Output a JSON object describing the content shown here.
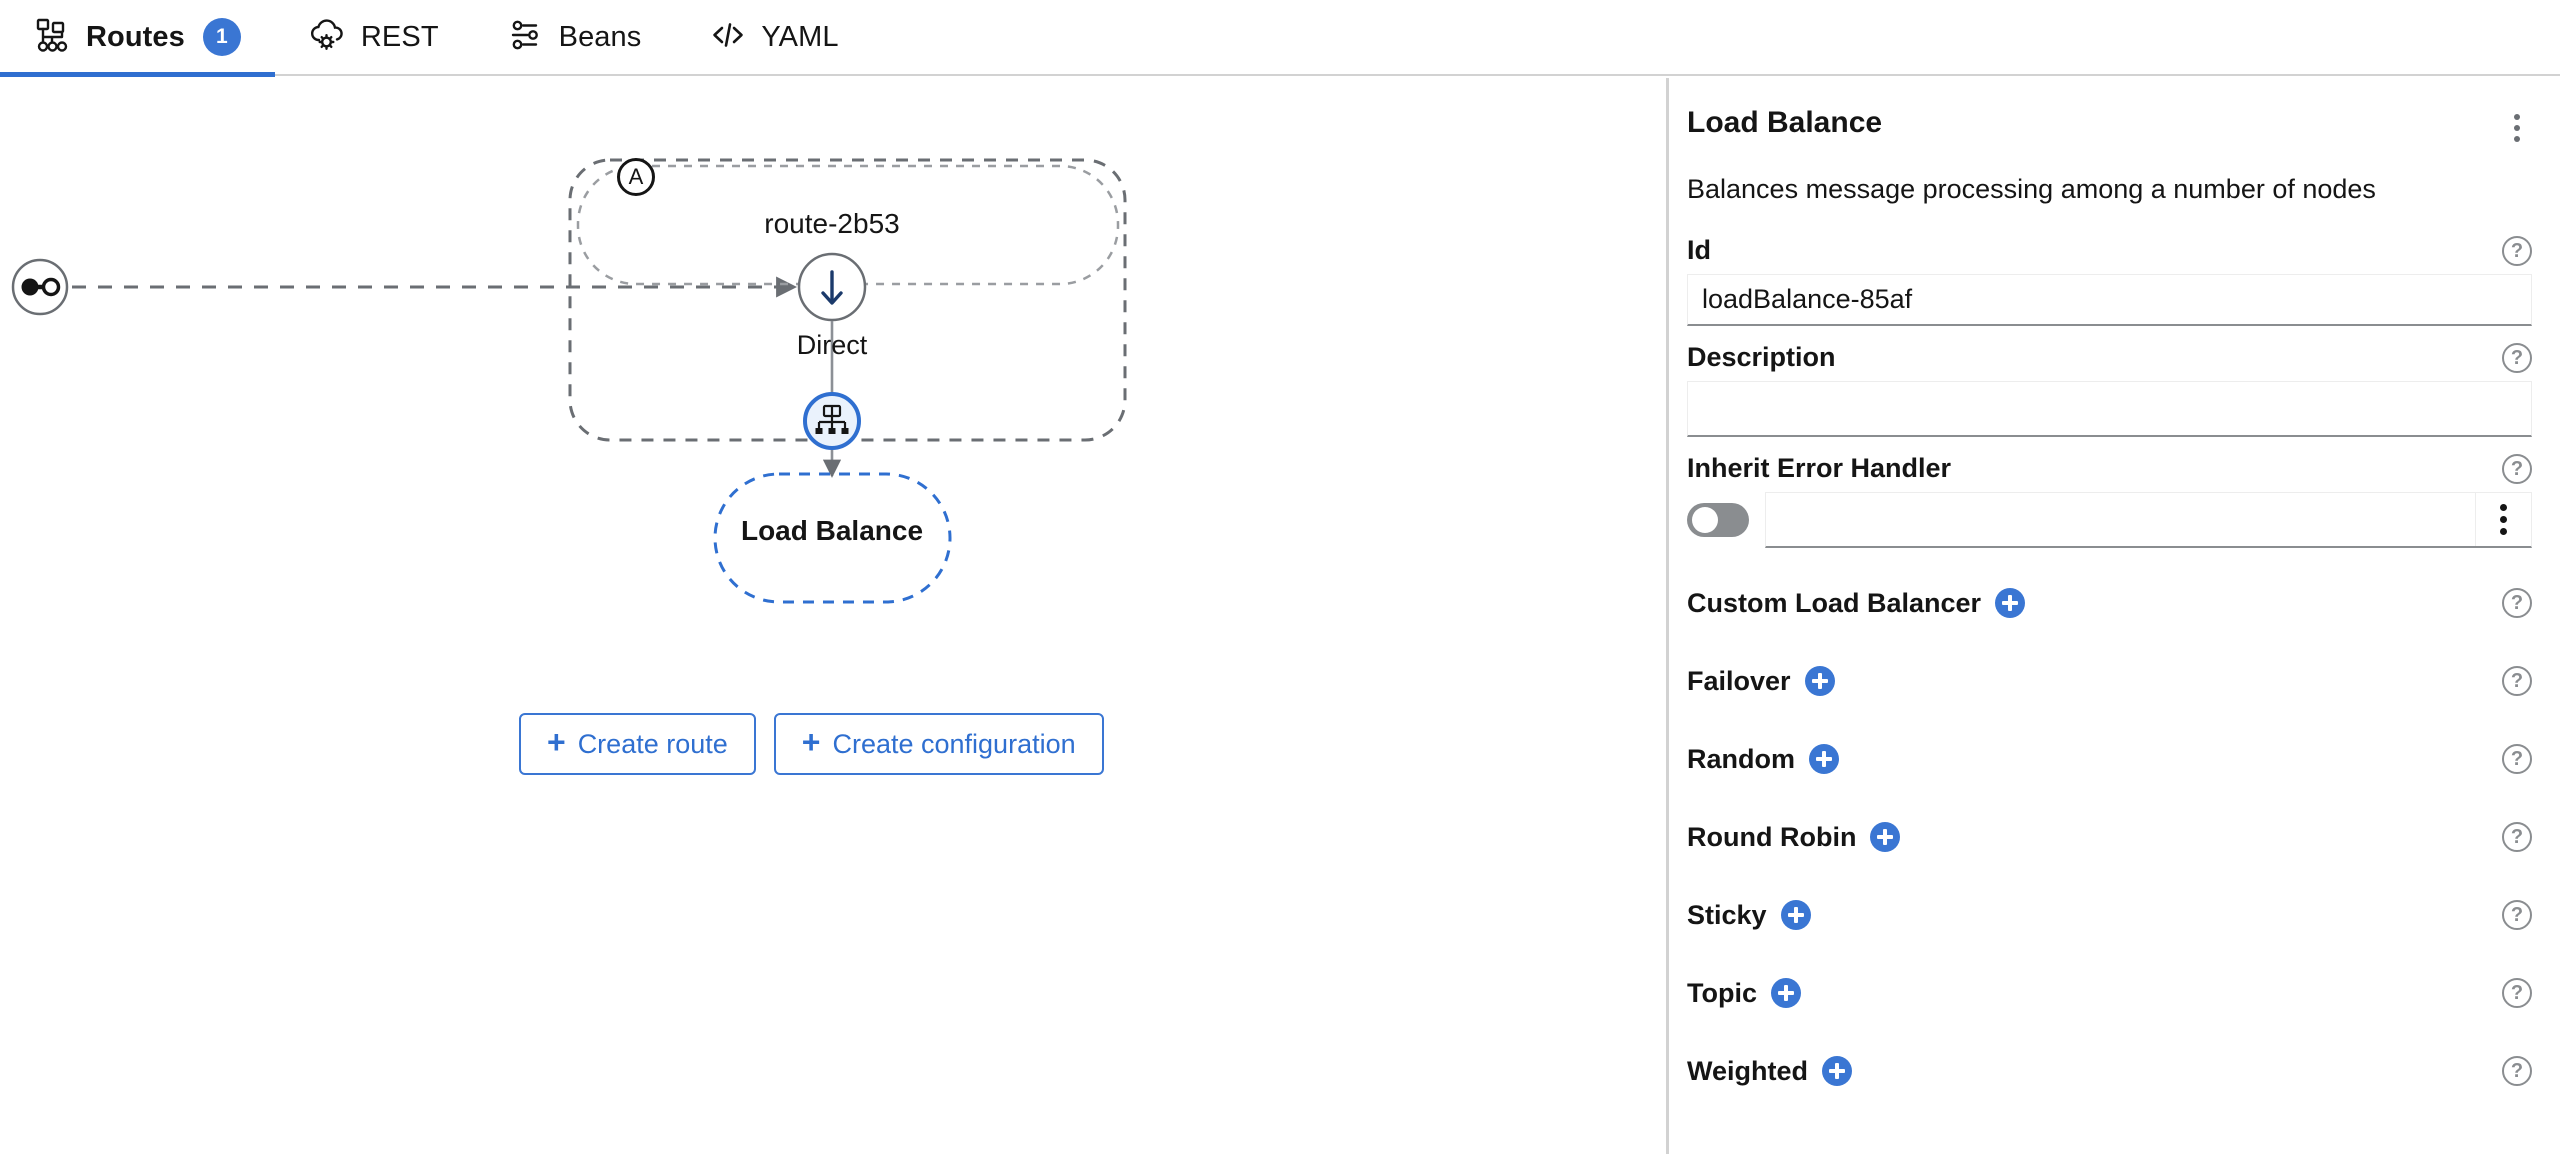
{
  "tabs": [
    {
      "id": "routes",
      "label": "Routes",
      "icon": "routes-topology-icon",
      "badge": "1",
      "active": true
    },
    {
      "id": "rest",
      "label": "REST",
      "icon": "rest-cloud-gear-icon",
      "badge": null,
      "active": false
    },
    {
      "id": "beans",
      "label": "Beans",
      "icon": "beans-sliders-icon",
      "badge": null,
      "active": false
    },
    {
      "id": "yaml",
      "label": "YAML",
      "icon": "yaml-code-brackets-icon",
      "badge": null,
      "active": false
    }
  ],
  "canvas": {
    "source_endpoint_icon": "endpoint-link-icon",
    "route": {
      "title": "route-2b53",
      "badge": "A",
      "badge_name": "route-auto-badge"
    },
    "nodes": [
      {
        "id": "direct",
        "label": "Direct",
        "icon": "arrow-down-icon",
        "selected": false
      },
      {
        "id": "load-balance",
        "label": "Load Balance",
        "icon": "load-balance-hierarchy-icon",
        "selected": true
      }
    ],
    "actions": [
      {
        "id": "create-route",
        "label": "Create route",
        "icon": "plus-icon"
      },
      {
        "id": "create-configuration",
        "label": "Create configuration",
        "icon": "plus-icon"
      }
    ]
  },
  "panel": {
    "title": "Load Balance",
    "menu_icon": "kebab-menu-icon",
    "description": "Balances message processing among a number of nodes",
    "fields": [
      {
        "id": "id",
        "label": "Id",
        "value": "loadBalance-85af",
        "placeholder": "",
        "help": "help-icon",
        "type": "text"
      },
      {
        "id": "description",
        "label": "Description",
        "value": "",
        "placeholder": "",
        "help": "help-icon",
        "type": "text"
      },
      {
        "id": "inherit-error-handler",
        "label": "Inherit Error Handler",
        "value": "",
        "placeholder": "",
        "help": "help-icon",
        "type": "toggle-text",
        "toggle_on": false
      }
    ],
    "options": [
      {
        "id": "custom-load-balancer",
        "label": "Custom Load Balancer",
        "add_icon": "add-circle-icon",
        "help": "help-icon"
      },
      {
        "id": "failover",
        "label": "Failover",
        "add_icon": "add-circle-icon",
        "help": "help-icon"
      },
      {
        "id": "random",
        "label": "Random",
        "add_icon": "add-circle-icon",
        "help": "help-icon"
      },
      {
        "id": "round-robin",
        "label": "Round Robin",
        "add_icon": "add-circle-icon",
        "help": "help-icon"
      },
      {
        "id": "sticky",
        "label": "Sticky",
        "add_icon": "add-circle-icon",
        "help": "help-icon"
      },
      {
        "id": "topic",
        "label": "Topic",
        "add_icon": "add-circle-icon",
        "help": "help-icon"
      },
      {
        "id": "weighted",
        "label": "Weighted",
        "add_icon": "add-circle-icon",
        "help": "help-icon"
      }
    ],
    "help_glyph": "?"
  },
  "colors": {
    "accent": "#3a76d3",
    "accent_dark": "#2f6fd0",
    "text": "#151515",
    "muted": "#8a8d90",
    "border": "#d2d2d2",
    "node_blue": "#2f6fd0"
  }
}
